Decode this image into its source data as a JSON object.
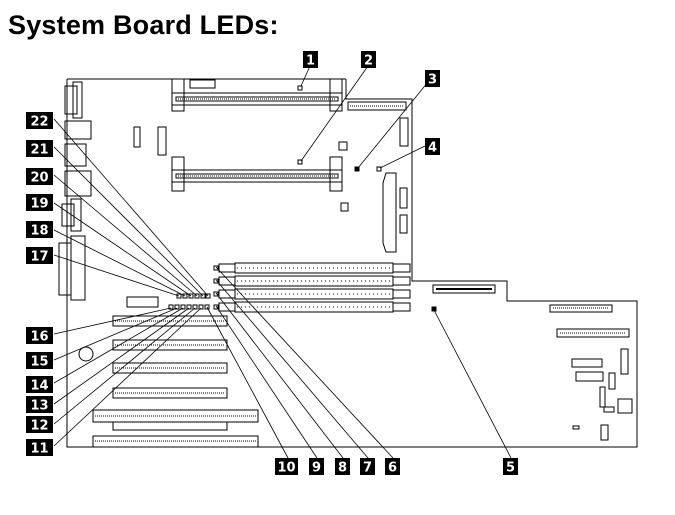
{
  "title": "System Board LEDs:",
  "colors": {
    "ink": "#000000",
    "paper": "#ffffff"
  },
  "callouts": [
    {
      "label": "1"
    },
    {
      "label": "2"
    },
    {
      "label": "3"
    },
    {
      "label": "4"
    },
    {
      "label": "5"
    },
    {
      "label": "6"
    },
    {
      "label": "7"
    },
    {
      "label": "8"
    },
    {
      "label": "9"
    },
    {
      "label": "10"
    },
    {
      "label": "11"
    },
    {
      "label": "12"
    },
    {
      "label": "13"
    },
    {
      "label": "14"
    },
    {
      "label": "15"
    },
    {
      "label": "16"
    },
    {
      "label": "17"
    },
    {
      "label": "18"
    },
    {
      "label": "19"
    },
    {
      "label": "20"
    },
    {
      "label": "21"
    },
    {
      "label": "22"
    }
  ]
}
